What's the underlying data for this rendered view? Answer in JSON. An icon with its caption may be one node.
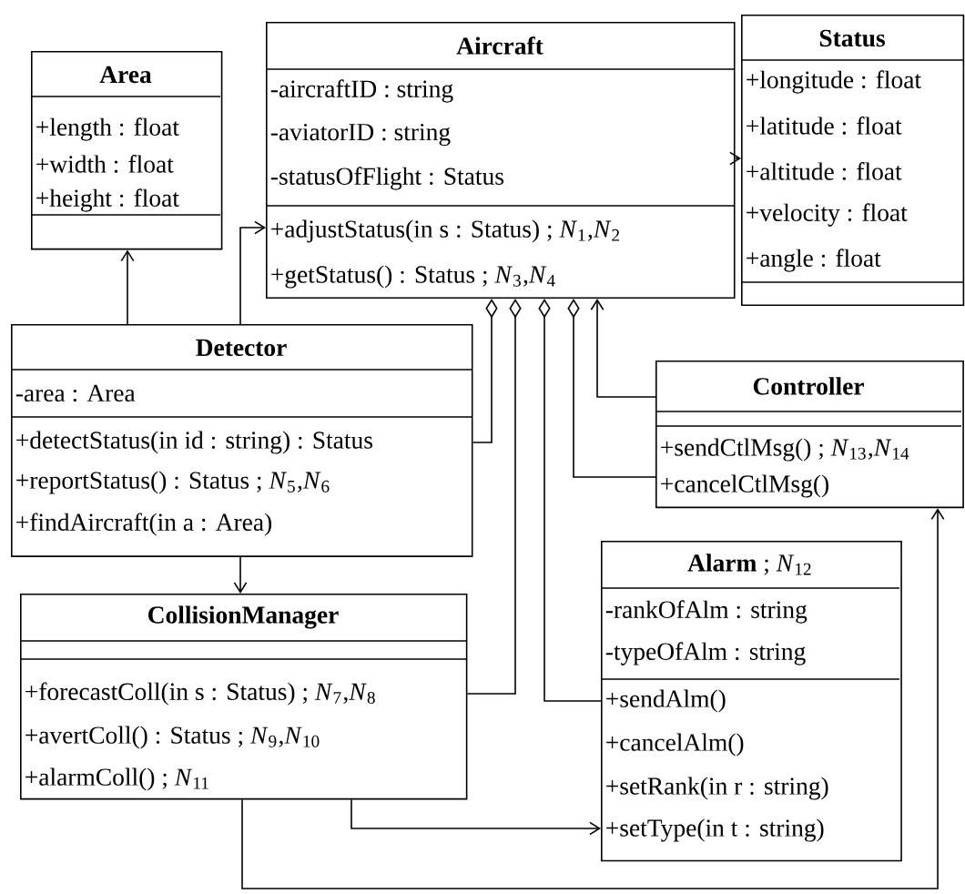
{
  "diagram": {
    "nodes": [
      {
        "text": [
          "Area",
          "+length : float",
          "+width : float",
          "+height : float"
        ]
      },
      {
        "text": [
          "Aircraft",
          "-aircraftID : string",
          "-aviatorID : string",
          "-statusOfFlight : Status",
          "+adjustStatus(in s : Status) ; *N*$_{1}$,*N*$_{2}$",
          "+getStatus() : Status ; *N*$_{3}$,*N*$_{4}$"
        ]
      },
      {
        "text": [
          "Status",
          "+longitude : float",
          "+latitude : float",
          "+altitude : float",
          "+velocity : float",
          "+angle : float"
        ]
      },
      {
        "text": [
          "Detector",
          "-area : Area",
          "+detectStatus(in id : string) : Status",
          "+reportStatus() : Status ; *N*$_{5}$,*N*$_{6}$",
          "+findAircraft(in a : Area)"
        ]
      },
      {
        "text": [
          "Controller",
          "+sendCtlMsg() ; *N*$_{13}$,*N*$_{14}$",
          "+cancelCtlMsg()"
        ]
      },
      {
        "text": [
          "CollisionManager",
          "+forecastColl(in s : Status) ; *N*$_{7}$,*N*$_{8}$",
          "+avertColl() : Status ; *N*$_{9}$,*N*$_{10}$",
          "+alarmColl() ; *N*$_{11}$"
        ]
      },
      {
        "text": [
          "**Alarm** ; *N*$_{12}$",
          "-rankOfAlm : string",
          "-typeOfAlm : string",
          "+sendAlm()",
          "+cancelAlm()",
          "+setRank(in r : string)",
          "+setType(in t : string)"
        ]
      }
    ],
    "edges": [
      {
        "from": 3,
        "to": 0,
        "arrow": "to"
      },
      {
        "from": 3,
        "to": 1,
        "arrow": "to"
      },
      {
        "from": 1,
        "to": 2,
        "arrow": "to"
      },
      {
        "from": 1,
        "to": 3,
        "arrow": "other"
      },
      {
        "from": 1,
        "to": 5,
        "arrow": "other"
      },
      {
        "from": 1,
        "to": 6,
        "arrow": "other"
      },
      {
        "from": 1,
        "to": 4,
        "arrow": "other"
      },
      {
        "from": 4,
        "to": 1,
        "arrow": "to"
      },
      {
        "from": 3,
        "to": 5,
        "arrow": "to"
      },
      {
        "from": 5,
        "to": 6,
        "arrow": "to"
      },
      {
        "from": 5,
        "to": 4,
        "arrow": "to"
      }
    ]
  }
}
